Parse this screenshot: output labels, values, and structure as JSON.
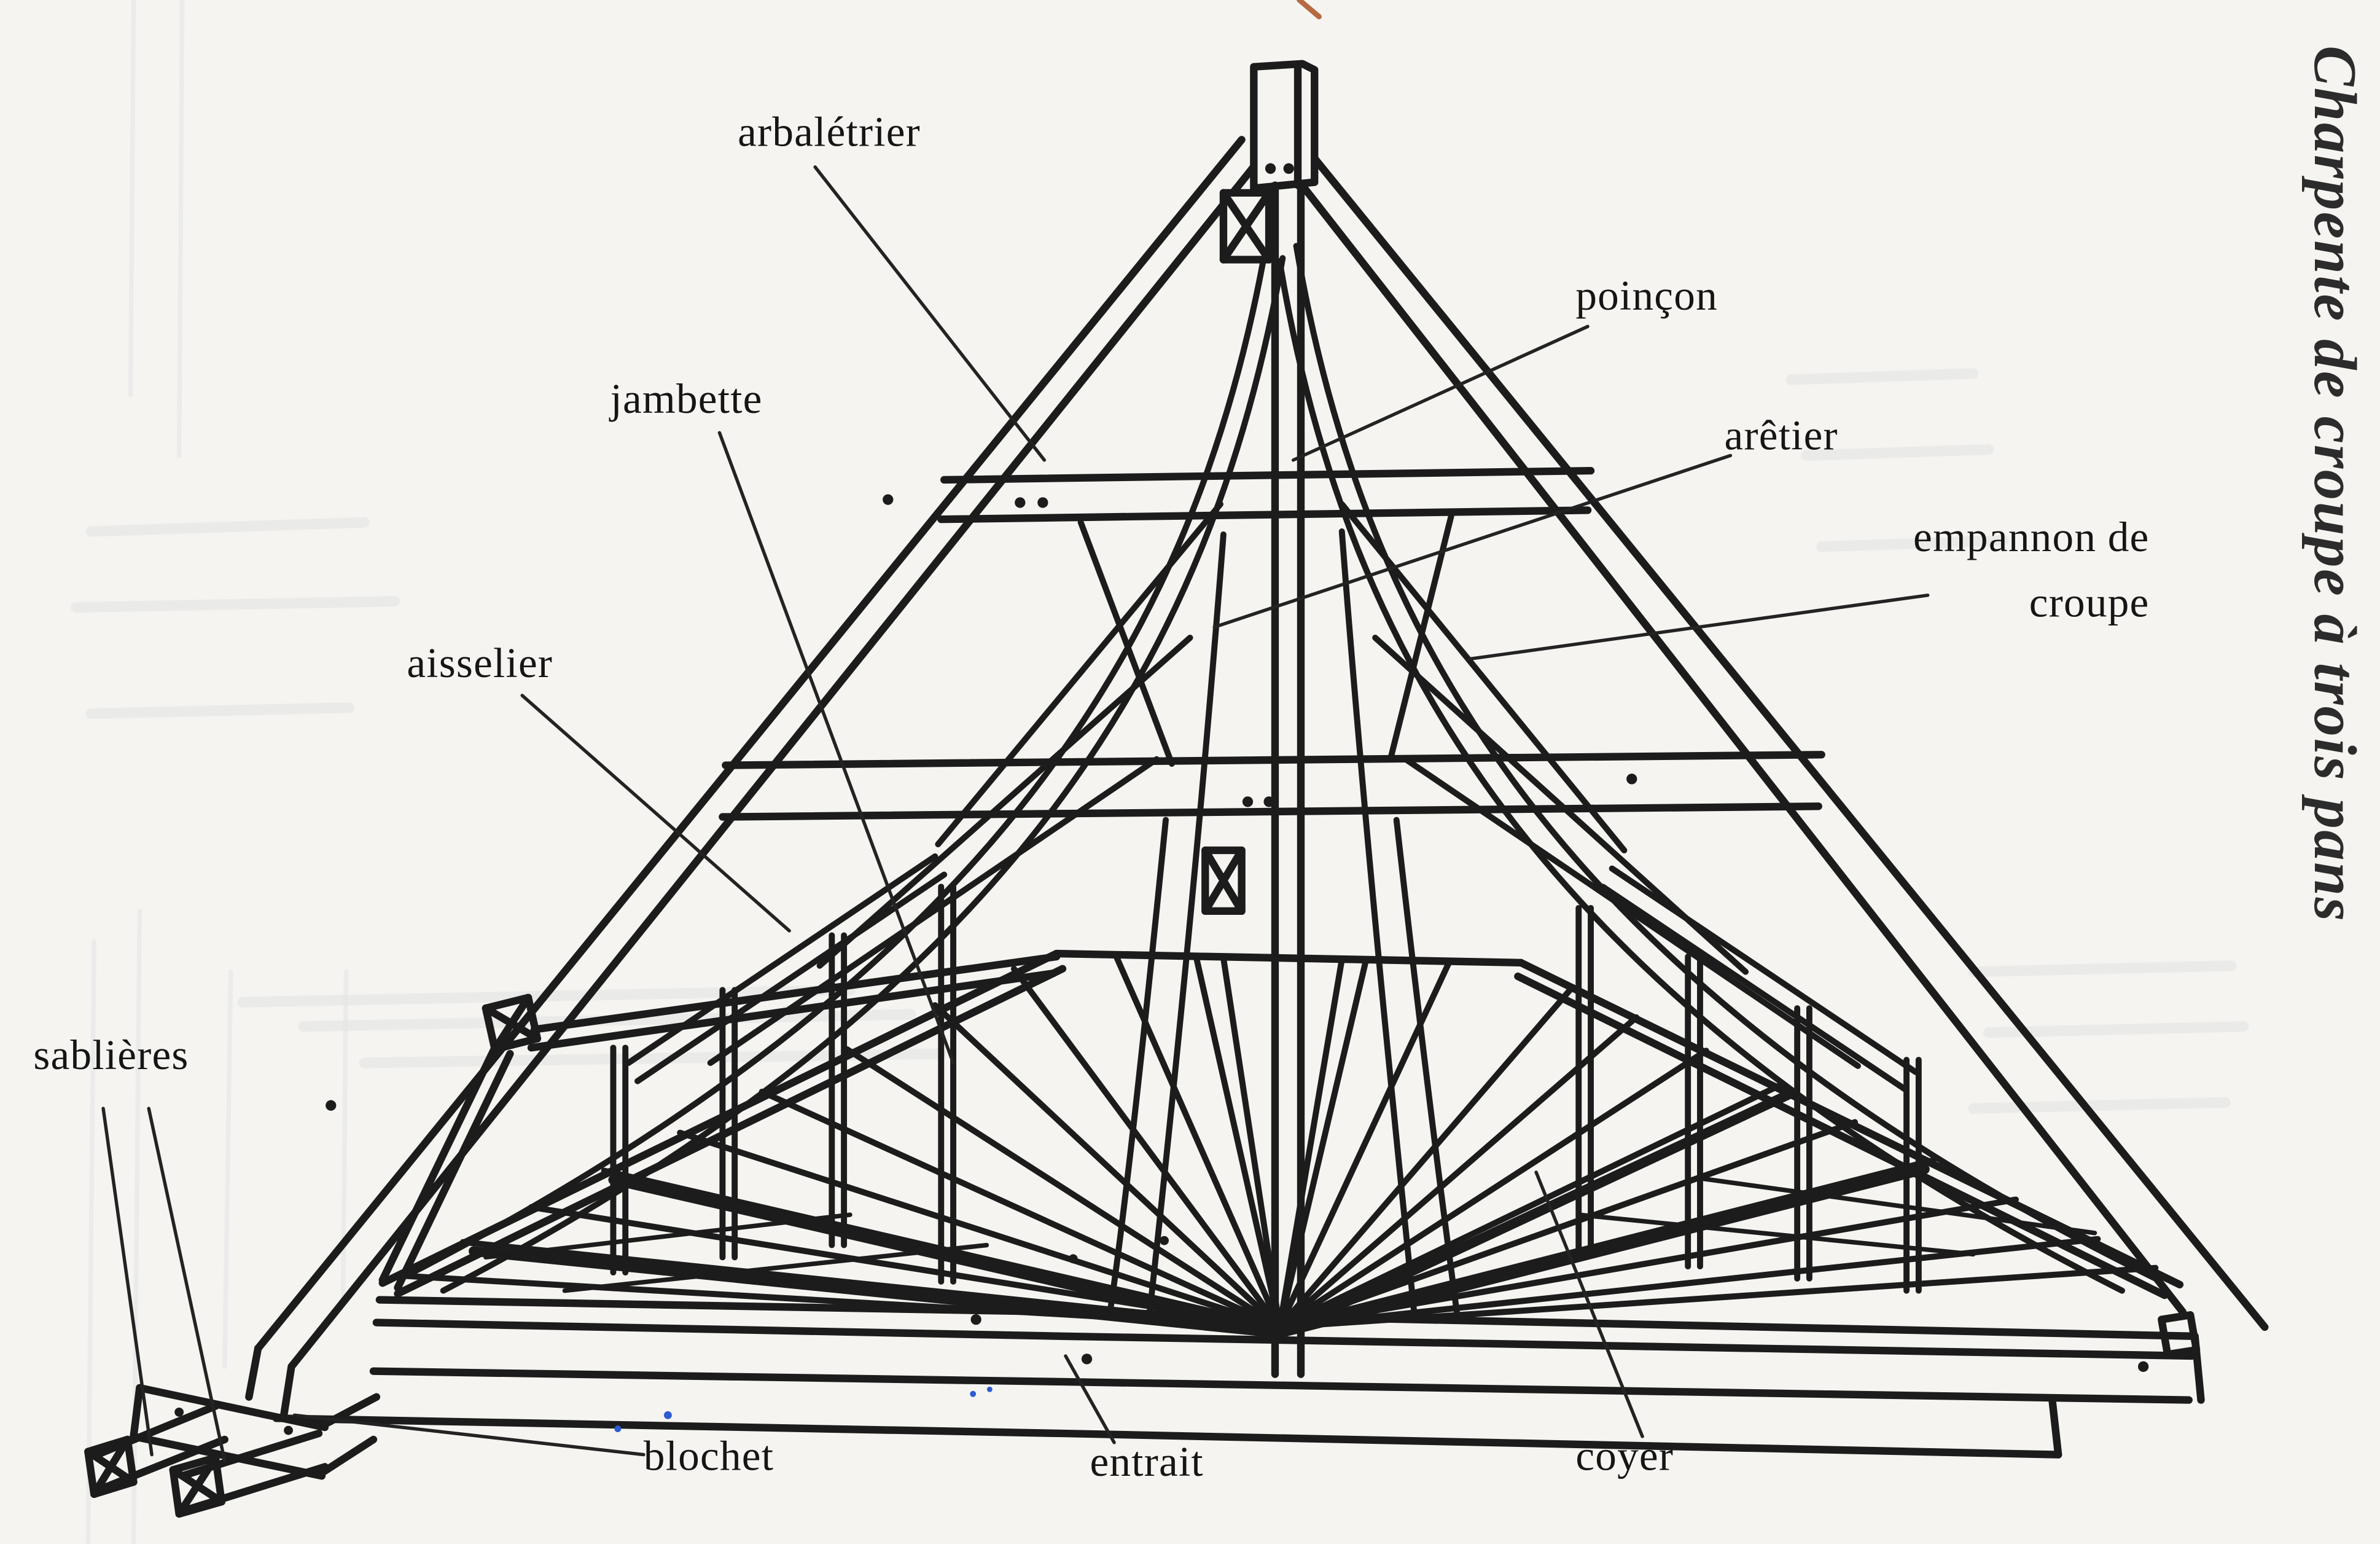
{
  "figure": {
    "side_title": "Charpente de croupe à trois pans",
    "labels": {
      "arbaletrier": "arbalétrier",
      "poincon": "poinçon",
      "aretier": "arêtier",
      "empannon_line1": "empannon de",
      "empannon_line2": "croupe",
      "jambette": "jambette",
      "aisselier": "aisselier",
      "sablieres": "sablières",
      "blochet": "blochet",
      "entrait": "entrait",
      "coyer": "coyer"
    },
    "colors": {
      "paper": "#f5f4f0",
      "ink": "#1c1c1c",
      "bleedthrough": "#ccd3d9",
      "annotation_red": "#b56a42",
      "annotation_blue": "#2d5bd1"
    }
  }
}
